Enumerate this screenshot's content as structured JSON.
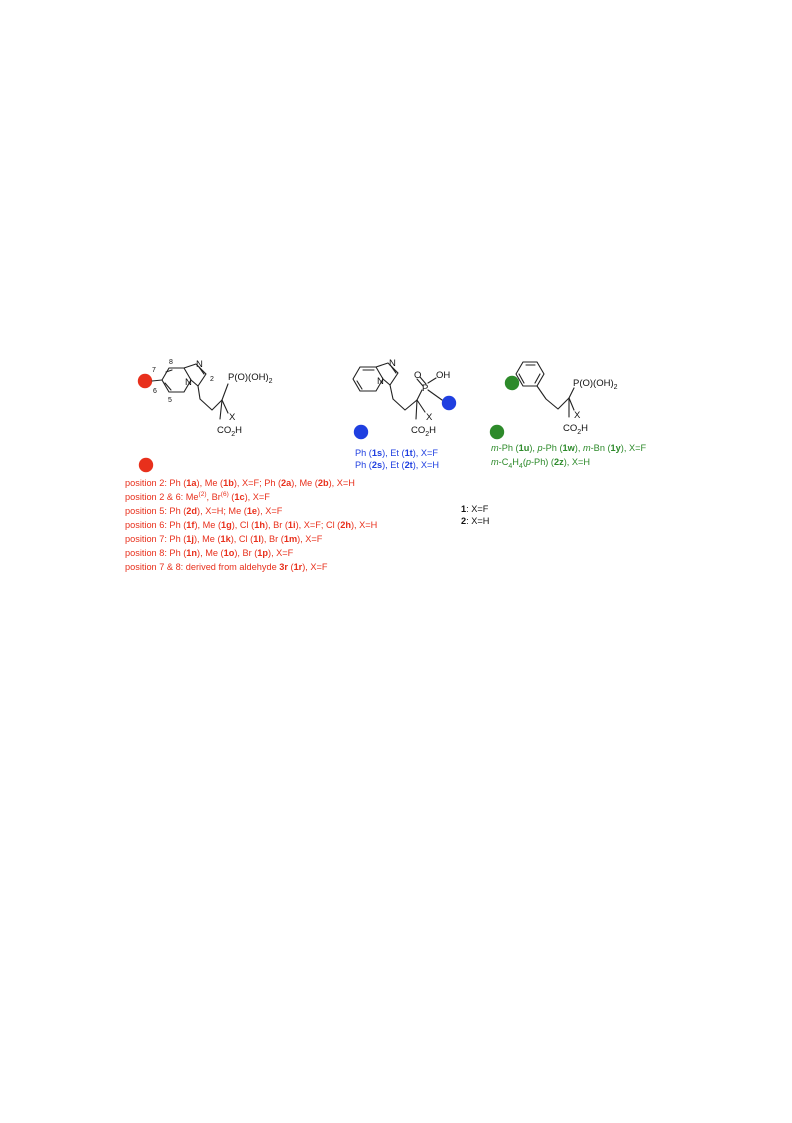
{
  "colors": {
    "red": "#e8301c",
    "blue": "#1f3fe0",
    "green": "#2d8a2a"
  },
  "structure_a": {
    "atoms": {
      "n_top": "N",
      "n_bottom": "N",
      "num_8": "8",
      "num_7": "7",
      "num_6": "6",
      "num_5": "5",
      "num_2": "2",
      "x": "X",
      "pooh": "P(O)(OH)",
      "pooh_sub": "2",
      "co2h_a": "CO",
      "co2h_sub": "2",
      "co2h_b": "H"
    }
  },
  "structure_b": {
    "atoms": {
      "n_top": "N",
      "n_bottom": "N",
      "o": "O",
      "p": "P",
      "oh": "OH",
      "x": "X",
      "co2h_a": "CO",
      "co2h_sub": "2",
      "co2h_b": "H"
    },
    "lines": [
      {
        "pre1": "Ph (",
        "b1": "1s",
        "pre2": "), Et (",
        "b2": "1t",
        "post": "), X=F"
      },
      {
        "pre1": "Ph (",
        "b1": "2s",
        "pre2": "), Et (",
        "b2": "2t",
        "post": "), X=H"
      }
    ]
  },
  "structure_c": {
    "atoms": {
      "pooh": "P(O)(OH)",
      "pooh_sub": "2",
      "x": "X",
      "co2h_a": "CO",
      "co2h_sub": "2",
      "co2h_b": "H"
    },
    "line1": {
      "m1": "m",
      "t1": "-Ph (",
      "b1": "1u",
      "t2": "), ",
      "p1": "p",
      "t3": "-Ph (",
      "b2": "1w",
      "t4": "), ",
      "m2": "m",
      "t5": "-Bn (",
      "b3": "1y",
      "t6": "), X=F"
    },
    "line2": {
      "m": "m",
      "t1": "-C",
      "s1": "4",
      "t2": "H",
      "s2": "4",
      "t3": "(",
      "p": "p",
      "t4": "-Ph) (",
      "b": "2z",
      "t5": "), X=H"
    }
  },
  "legend": {
    "l1_b": "1",
    "l1_t": ": X=F",
    "l2_b": "2",
    "l2_t": ": X=H"
  },
  "positions": [
    {
      "s1": "position 2: Ph (",
      "b1": "1a",
      "s2": "), Me (",
      "b2": "1b",
      "s3": "), X=F; Ph (",
      "b3": "2a",
      "s4": "), Me (",
      "b4": "2b",
      "s5": "), X=H"
    },
    {
      "s1": "position 2 & 6: Me",
      "sup1": "(2)",
      "s2": ", Br",
      "sup2": "(6)",
      "s3": " (",
      "b1": "1c",
      "s4": "), X=F"
    },
    {
      "s1": "position 5: Ph (",
      "b1": "2d",
      "s2": "), X=H; Me (",
      "b2": "1e",
      "s3": "), X=F"
    },
    {
      "s1": "position 6:  Ph (",
      "b1": "1f",
      "s2": "), Me (",
      "b2": "1g",
      "s3": "), Cl (",
      "b3": "1h",
      "s4": "), Br (",
      "b4": "1i",
      "s5": "), X=F; Cl (",
      "b5": "2h",
      "s6": "), X=H"
    },
    {
      "s1": "position 7:  Ph (",
      "b1": "1j",
      "s2": "), Me (",
      "b2": "1k",
      "s3": "), Cl (",
      "b3": "1l",
      "s4": "), Br (",
      "b4": "1m",
      "s5": "), X=F"
    },
    {
      "s1": "position 8:  Ph (",
      "b1": "1n",
      "s2": "), Me (",
      "b2": "1o",
      "s3": "), Br (",
      "b3": "1p",
      "s4": "), X=F"
    },
    {
      "s1": "position 7 & 8:  derived from aldehyde ",
      "b1": "3r",
      "s2": " (",
      "b2": "1r",
      "s3": "), X=F"
    }
  ]
}
